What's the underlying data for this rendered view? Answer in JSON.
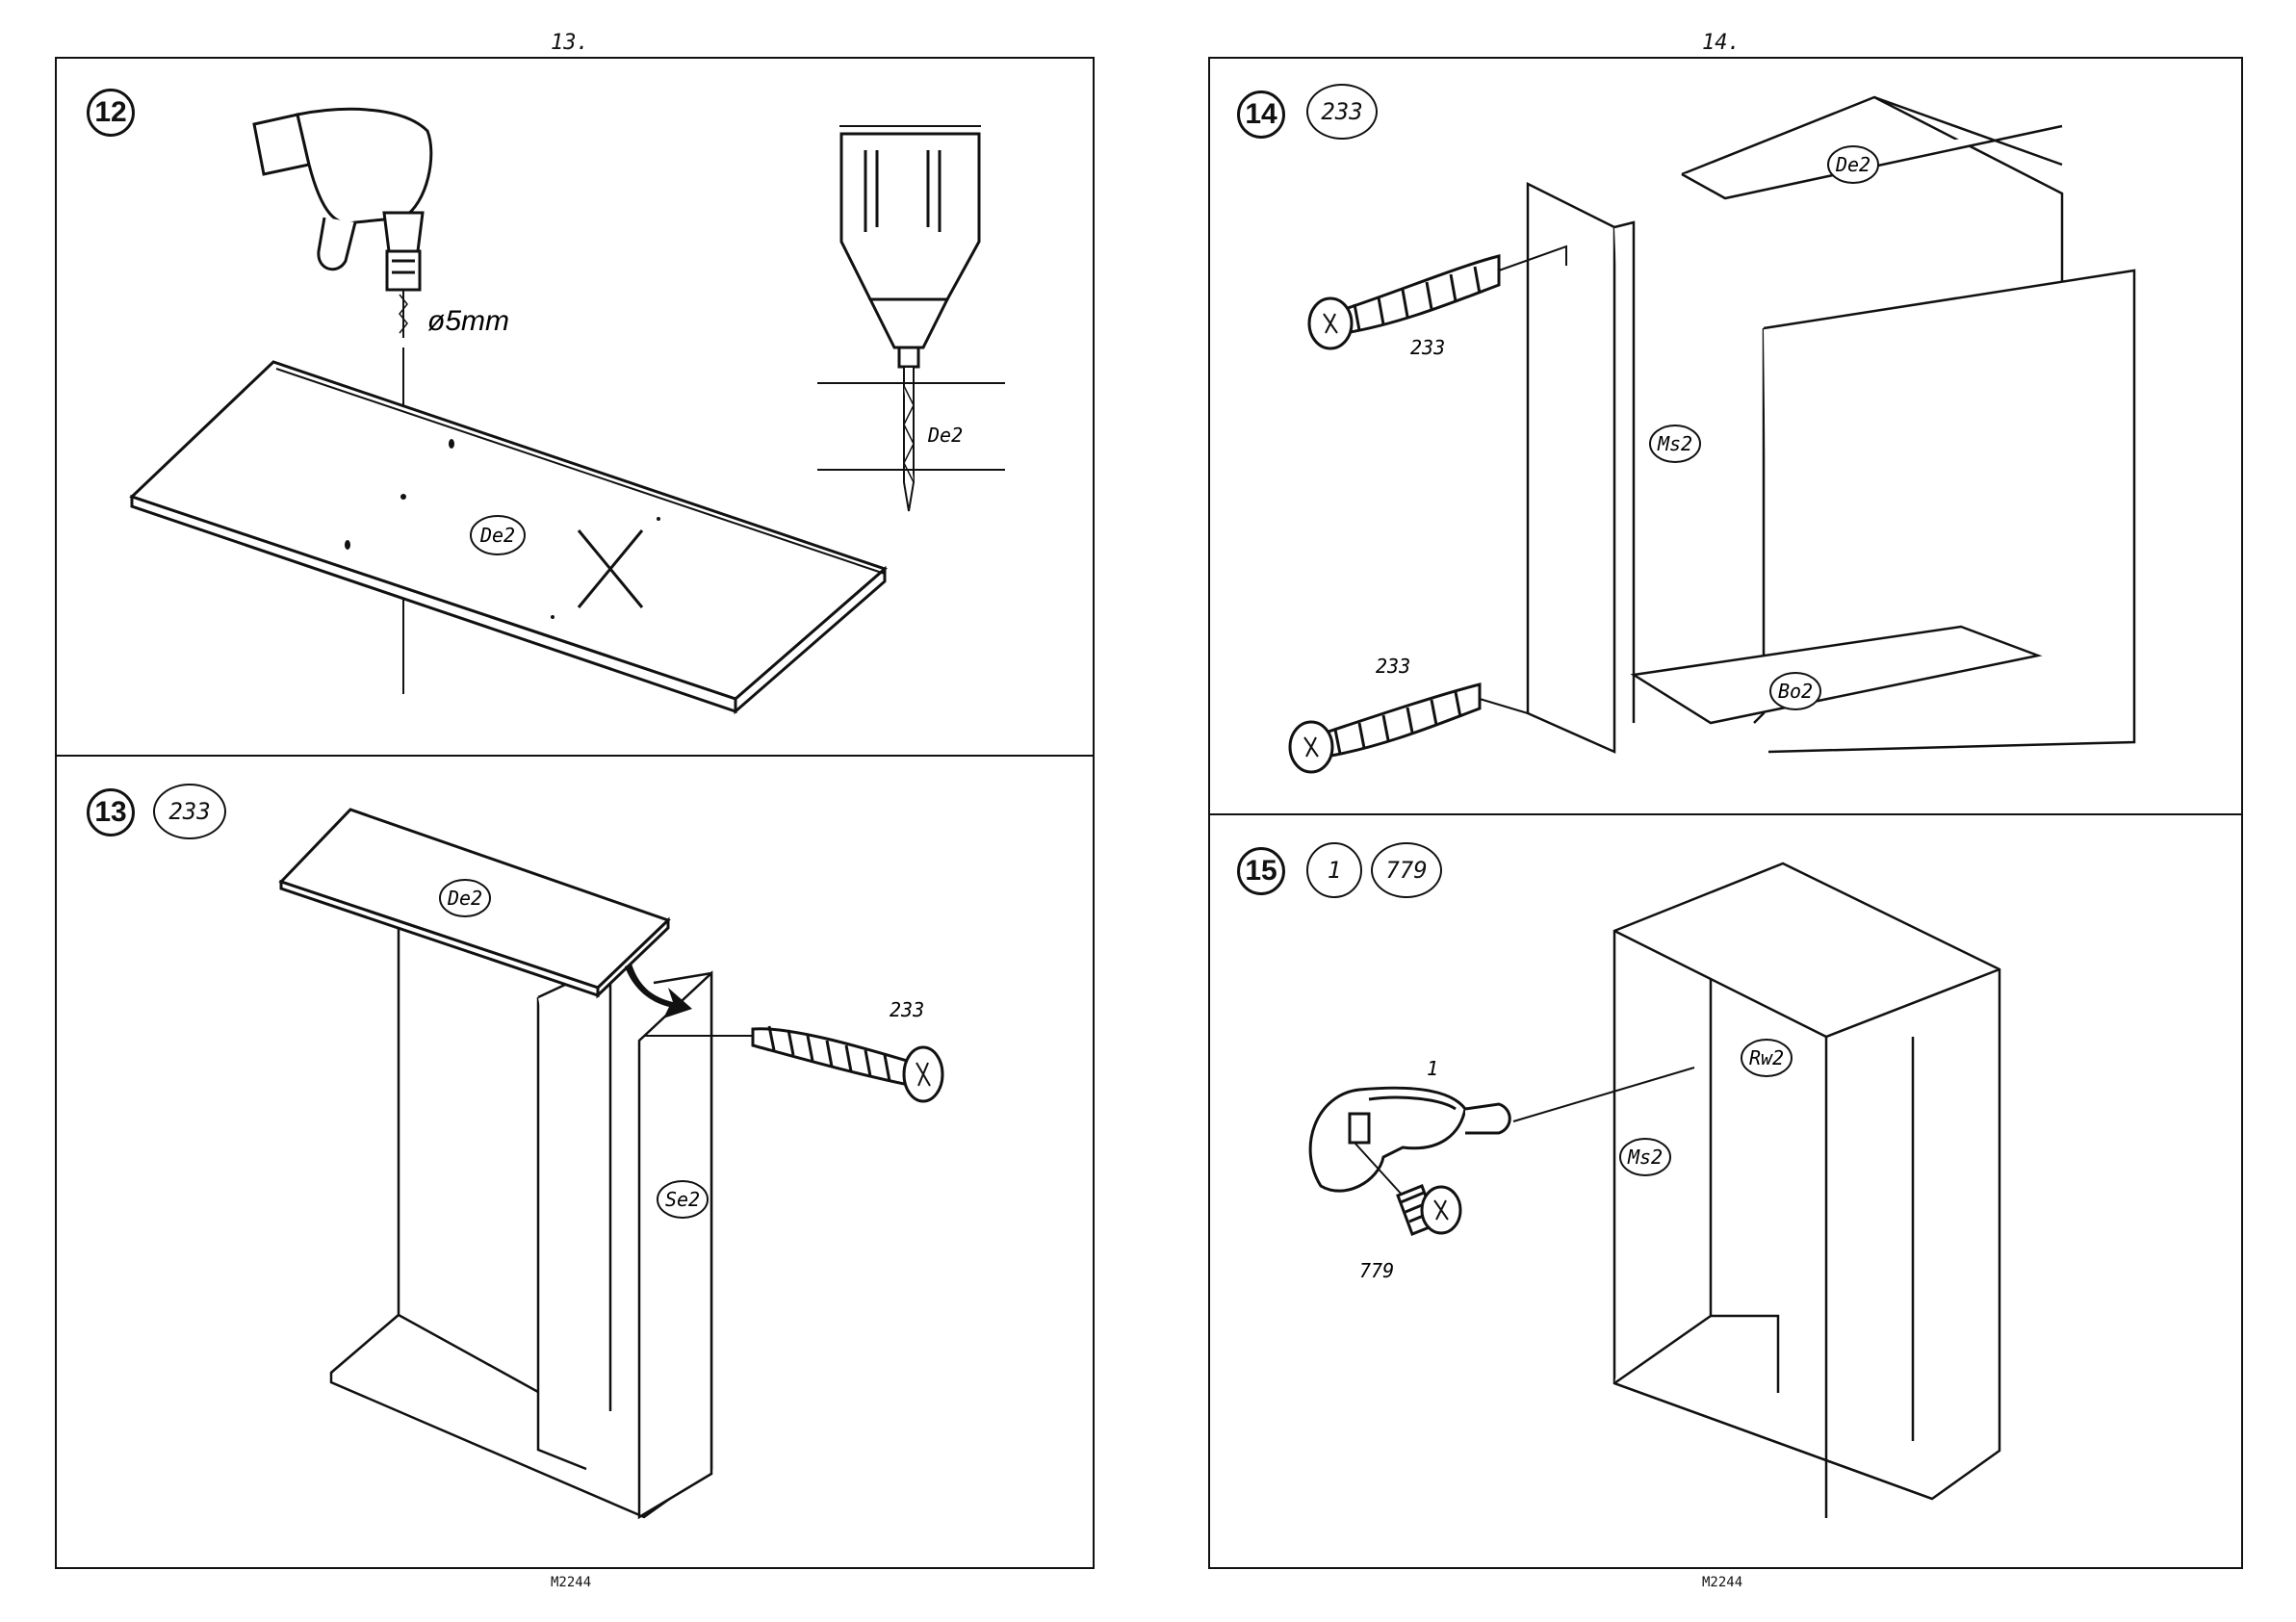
{
  "left_page": {
    "page_number": "13.",
    "doc_code": "M2244",
    "step12": {
      "number": "12",
      "drill_size": "ø5mm",
      "board_label": "De2",
      "detail_label": "De2"
    },
    "step13": {
      "number": "13",
      "part": "233",
      "top_label": "De2",
      "side_label": "Se2",
      "screw_label": "233"
    }
  },
  "right_page": {
    "page_number": "14.",
    "doc_code": "M2244",
    "step14": {
      "number": "14",
      "part": "233",
      "top_label": "De2",
      "side_label": "Ms2",
      "bottom_label": "Bo2",
      "screw_label_top": "233",
      "screw_label_bottom": "233"
    },
    "step15": {
      "number": "15",
      "part_a": "1",
      "part_b": "779",
      "back_label": "Rw2",
      "side_label": "Ms2",
      "clip_label": "1",
      "screw_label": "779"
    }
  }
}
